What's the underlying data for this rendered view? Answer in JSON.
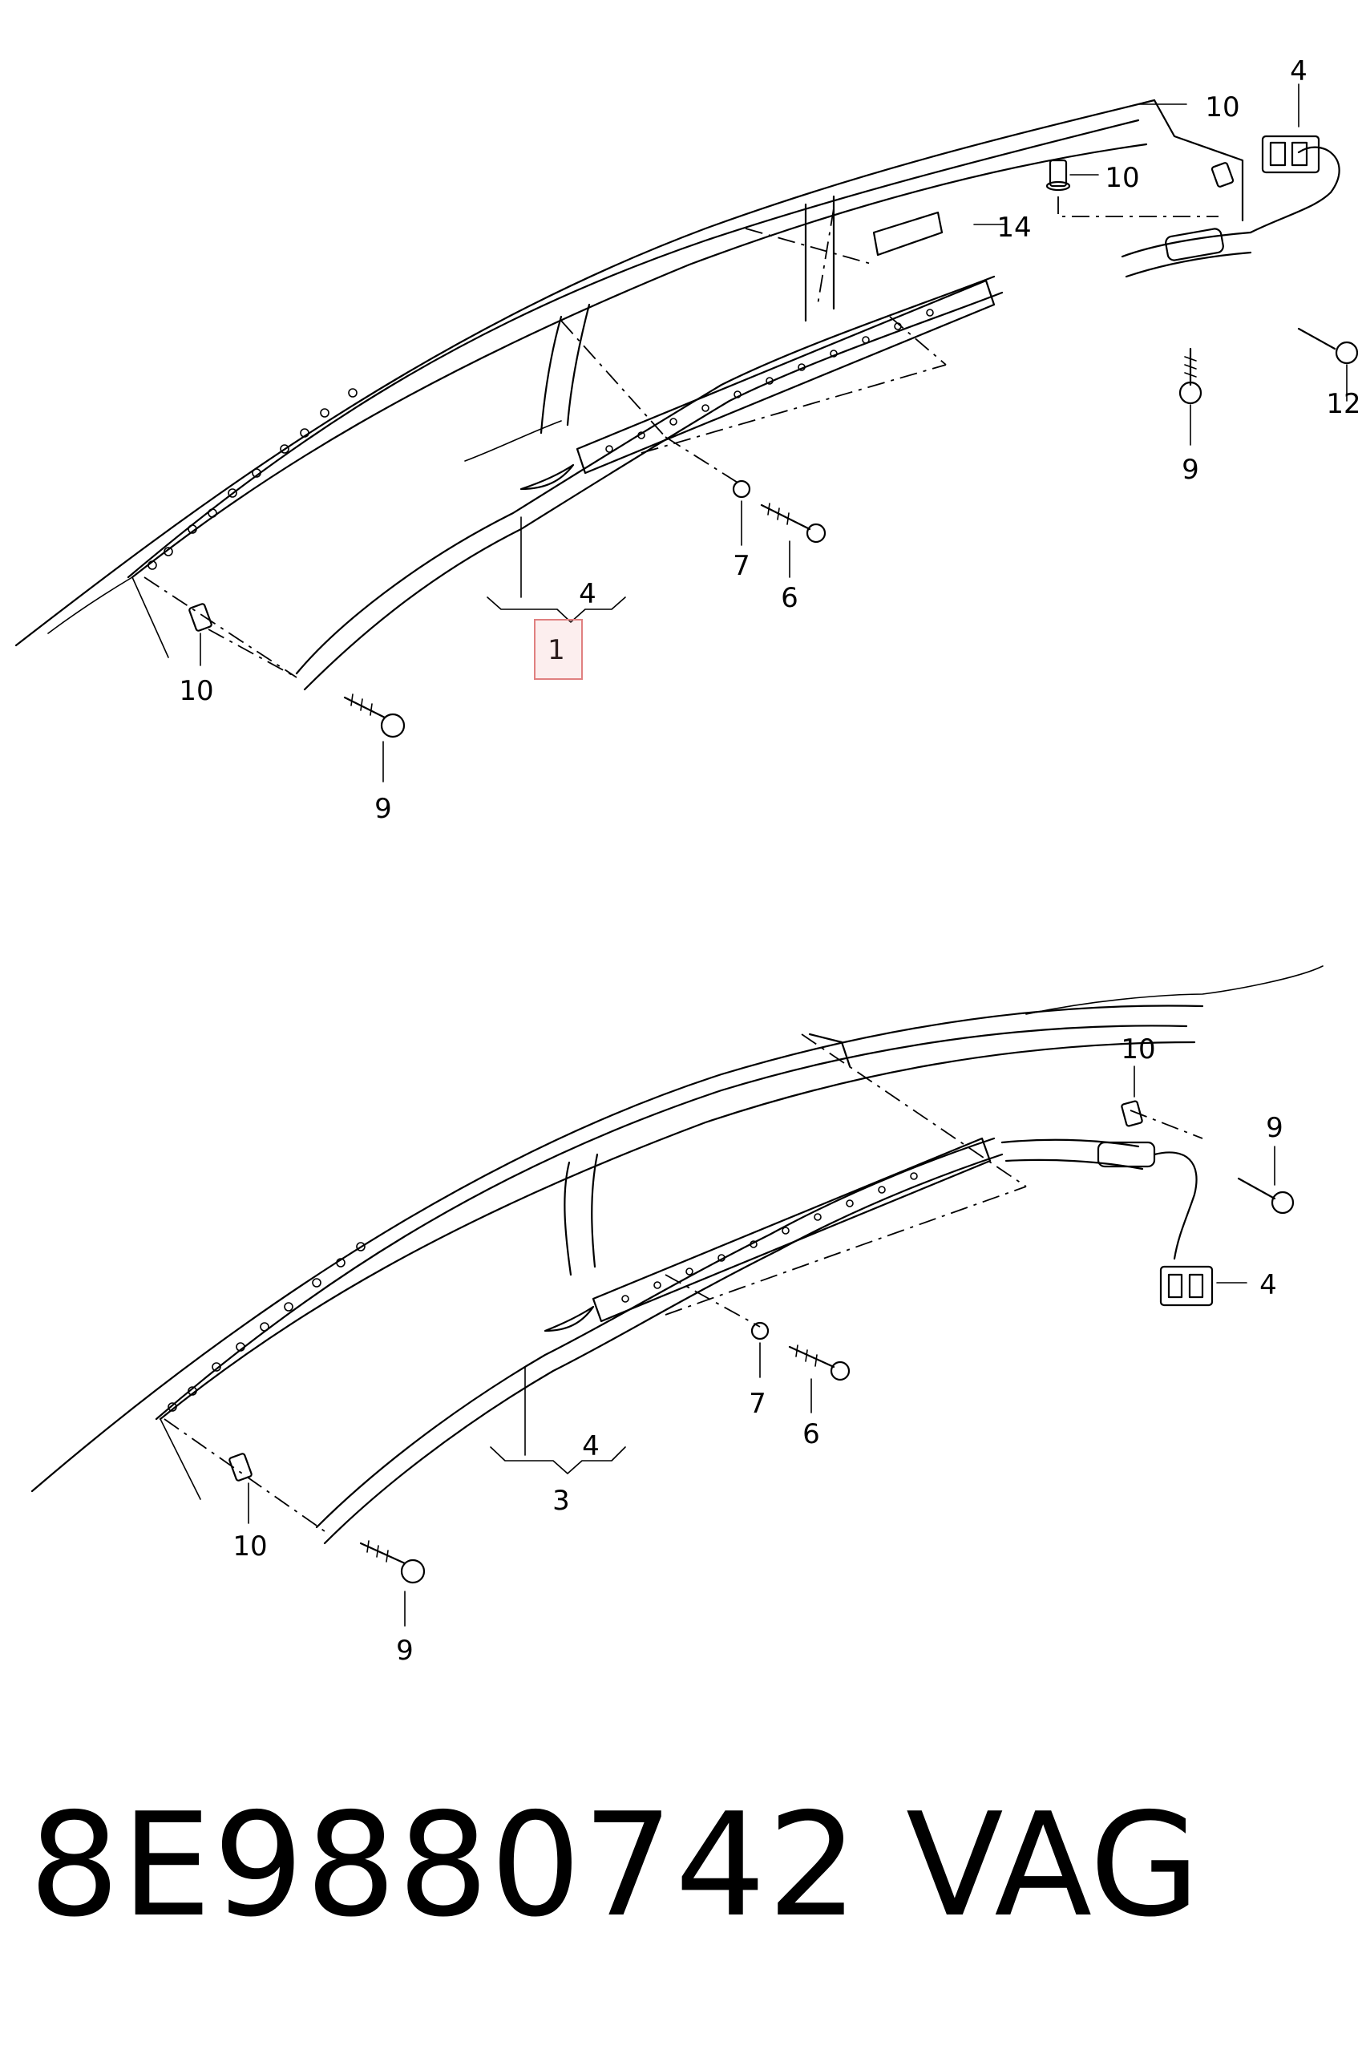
{
  "diagram_top": {
    "callouts": {
      "c4_connector": "4",
      "c10_a": "10",
      "c10_b": "10",
      "c14": "14",
      "c12": "12",
      "c9_right": "9",
      "c7": "7",
      "c6": "6",
      "c4_bracket": "4",
      "c1": "1",
      "c10_left": "10",
      "c9_left": "9"
    }
  },
  "diagram_bottom": {
    "callouts": {
      "c10_right": "10",
      "c9_right": "9",
      "c4_connector": "4",
      "c7": "7",
      "c6": "6",
      "c4_bracket": "4",
      "c3": "3",
      "c10_left": "10",
      "c9_left": "9"
    }
  },
  "footer": {
    "part_number": "8E9880742",
    "brand": "VAG"
  }
}
